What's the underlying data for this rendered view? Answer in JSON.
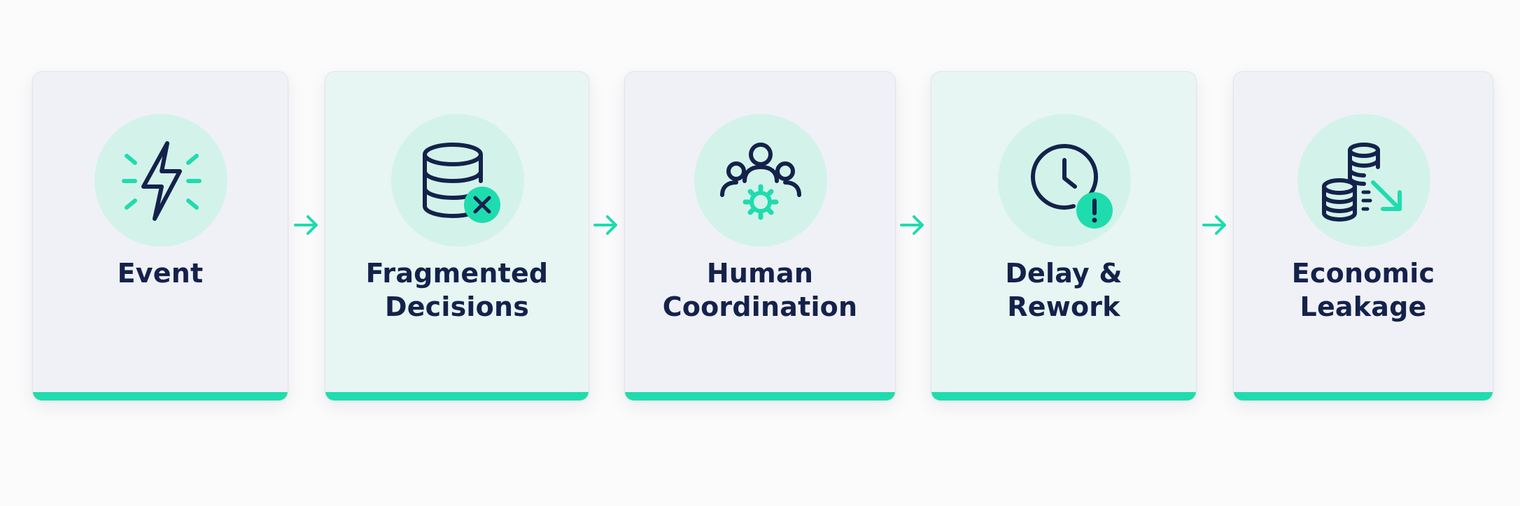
{
  "steps": [
    {
      "lines": [
        "Event"
      ],
      "icon": "lightning-bolt-icon"
    },
    {
      "lines": [
        "Fragmented",
        "Decisions"
      ],
      "icon": "database-x-icon"
    },
    {
      "lines": [
        "Human",
        "Coordination"
      ],
      "icon": "team-gear-icon"
    },
    {
      "lines": [
        "Delay &",
        "Rework"
      ],
      "icon": "clock-alert-icon"
    },
    {
      "lines": [
        "Economic",
        "Leakage"
      ],
      "icon": "coins-down-icon"
    }
  ],
  "colors": {
    "navy": "#14224b",
    "accent": "#1fdcae",
    "circle": "#d3f3ea",
    "card_gray": "#f0f1f6",
    "card_mint": "#e7f6f3"
  }
}
